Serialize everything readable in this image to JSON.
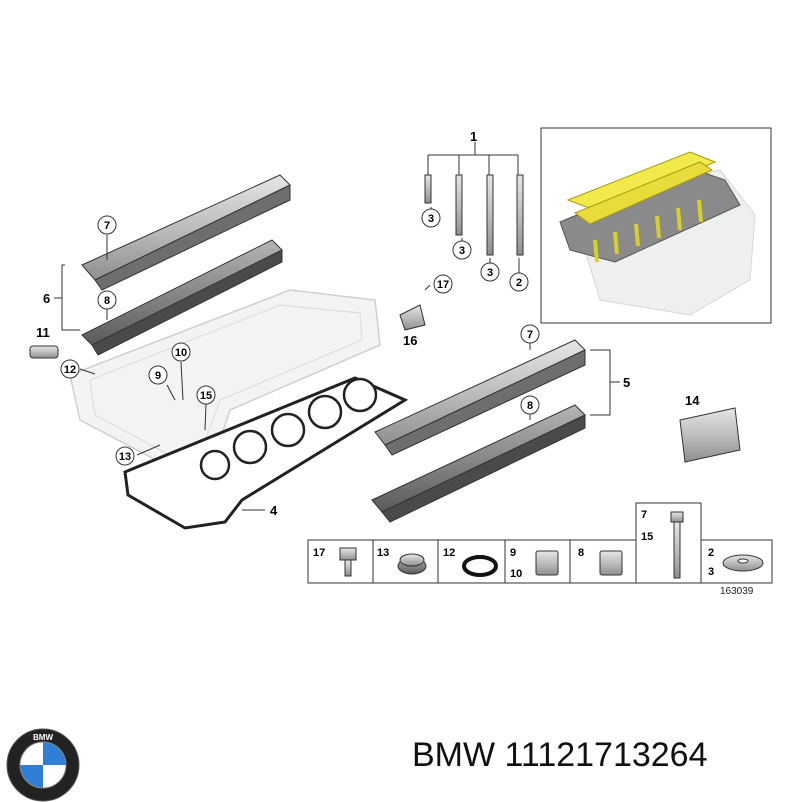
{
  "diagram": {
    "reference_number": "163039",
    "callouts": {
      "c1": "1",
      "c2": "2",
      "c3a": "3",
      "c3b": "3",
      "c3c": "3",
      "c4": "4",
      "c5": "5",
      "c6": "6",
      "c7a": "7",
      "c7b": "7",
      "c8a": "8",
      "c8b": "8",
      "c9": "9",
      "c10": "10",
      "c11": "11",
      "c12": "12",
      "c13": "13",
      "c14": "14",
      "c15": "15",
      "c16": "16",
      "c17": "17"
    },
    "parts_table": [
      {
        "label": "17",
        "part": "bolt"
      },
      {
        "label": "13",
        "part": "plug"
      },
      {
        "label": "12",
        "part": "seal-ring"
      },
      {
        "label": "9",
        "label2": "10",
        "part": "sleeve"
      },
      {
        "label": "8",
        "part": "sleeve"
      },
      {
        "label": "7",
        "label2": "15",
        "part": "long-bolt"
      },
      {
        "label": "2",
        "label2": "3",
        "part": "washer"
      }
    ]
  },
  "footer": {
    "brand": "BMW",
    "part_number": "11121713264",
    "logo_letters": "BMW"
  }
}
